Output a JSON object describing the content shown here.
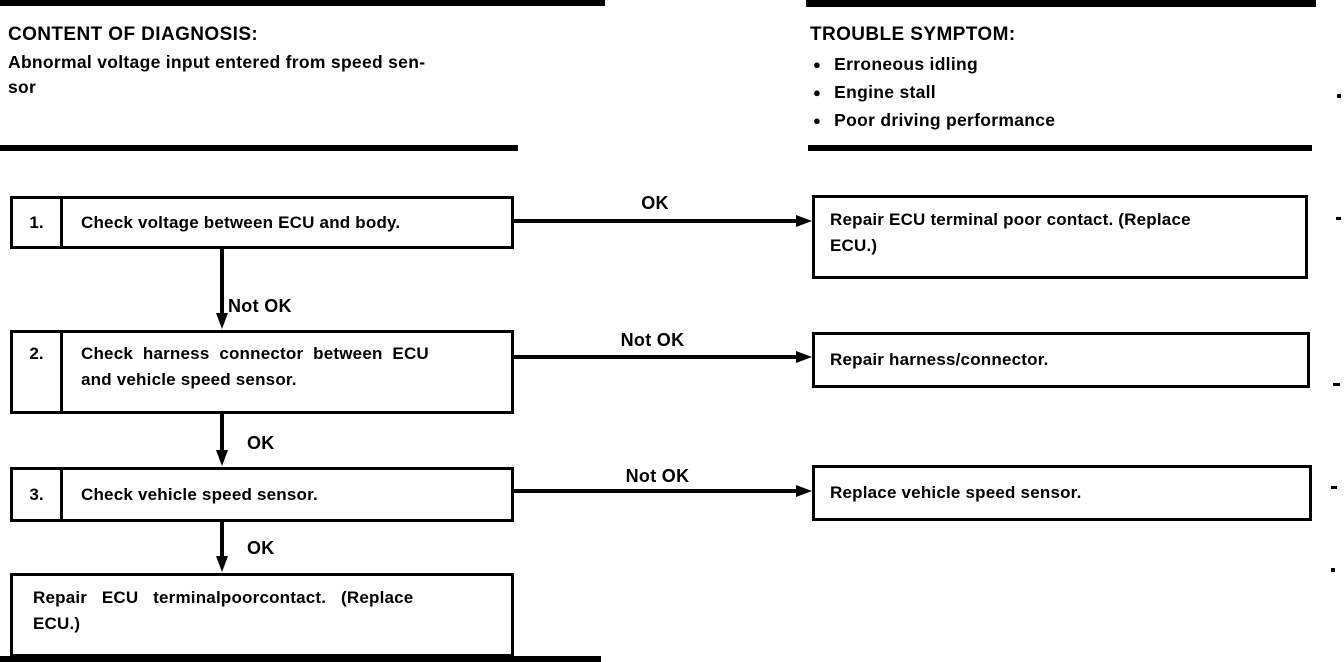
{
  "page": {
    "background": "#ffffff",
    "ink": "#000000"
  },
  "sections": {
    "diagnosis": {
      "title": "CONTENT OF DIAGNOSIS:",
      "body": "Abnormal voltage input entered from speed sen-\nsor"
    },
    "symptom": {
      "title": "TROUBLE SYMPTOM:",
      "bullet": "●",
      "items": [
        "Erroneous idling",
        "Engine stall",
        "Poor driving performance"
      ]
    }
  },
  "flowchart": {
    "steps": [
      {
        "number": "1.",
        "label": "Check voltage between ECU and body.",
        "branch": "OK",
        "next": "Not OK"
      },
      {
        "number": "2.",
        "label": "Check  harness  connector  between  ECU\nand vehicle speed sensor.",
        "branch": "Not OK",
        "next": "OK"
      },
      {
        "number": "3.",
        "label": "Check vehicle speed sensor.",
        "branch": "Not OK",
        "next": "OK"
      }
    ],
    "results": [
      "Repair ECU terminal poor contact. (Replace\nECU.)",
      "Repair harness/connector.",
      "Replace vehicle speed sensor."
    ],
    "final": "Repair   ECU   terminalpoorcontact.   (Replace\nECU.)"
  }
}
